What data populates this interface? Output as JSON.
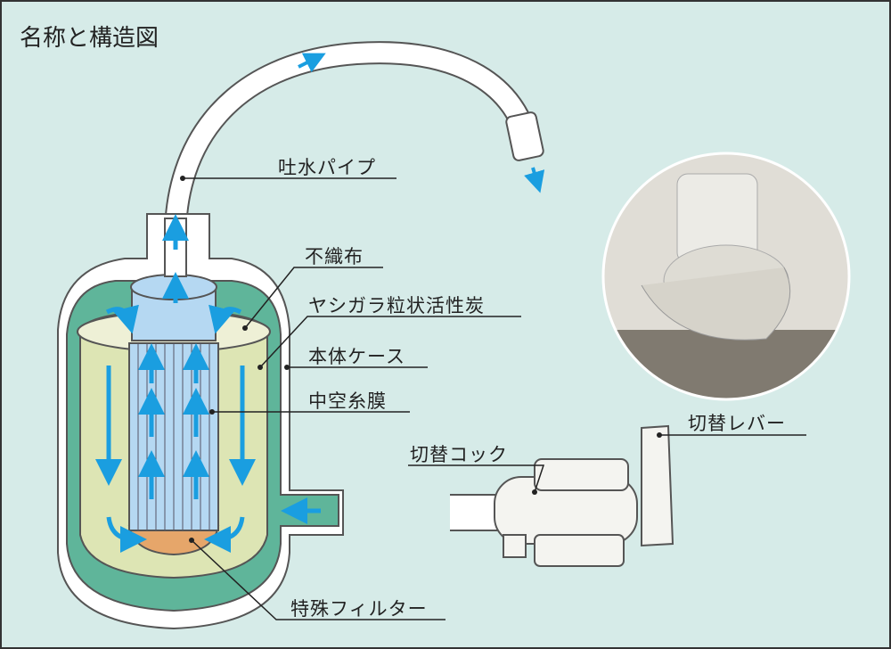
{
  "title": "名称と構造図",
  "labels": {
    "spout_pipe": "吐水パイプ",
    "nonwoven": "不織布",
    "activated_carbon": "ヤシガラ粒状活性炭",
    "body_case": "本体ケース",
    "hollow_fiber": "中空糸膜",
    "special_filter": "特殊フィルター",
    "switch_cock": "切替コック",
    "switch_lever": "切替レバー"
  },
  "colors": {
    "background": "#d6ebe8",
    "case": "#5fb59a",
    "carbon": "#dde5b4",
    "fiber": "#b5d8f2",
    "filter": "#e6a66a",
    "arrow": "#1a9ee0"
  }
}
